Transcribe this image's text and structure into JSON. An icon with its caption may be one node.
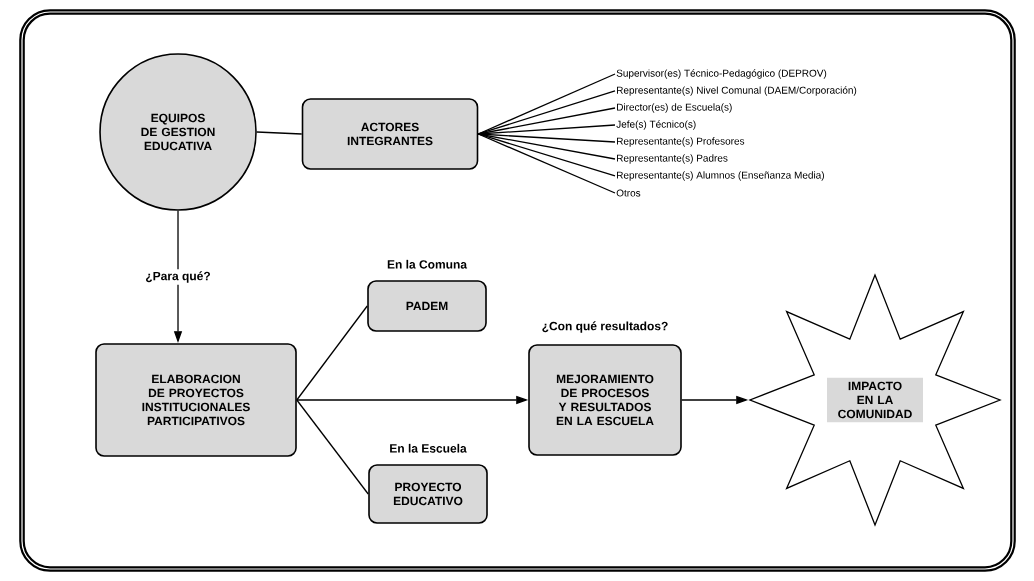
{
  "diagram": {
    "nodes": [
      {
        "text": [
          "EQUIPOS DE GESTION EDUCATIVA"
        ]
      },
      {
        "text": [
          "ACTORES INTEGRANTES"
        ]
      },
      {
        "text": [
          "Supervisor(es) Técnico-Pedagógico (DEPROV)"
        ]
      },
      {
        "text": [
          "Representante(s) Nivel Comunal (DAEM/Corporación)"
        ]
      },
      {
        "text": [
          "Director(es) de Escuela(s)"
        ]
      },
      {
        "text": [
          "Jefe(s) Técnico(s)"
        ]
      },
      {
        "text": [
          "Representante(s) Profesores"
        ]
      },
      {
        "text": [
          "Representante(s) Padres"
        ]
      },
      {
        "text": [
          "Representante(s) Alumnos (Enseñanza Media)"
        ]
      },
      {
        "text": [
          "Otros"
        ]
      },
      {
        "text": [
          "ELABORACION DE PROYECTOS INSTITUCIONALES PARTICIPATIVOS"
        ]
      },
      {
        "text": [
          "PADEM"
        ],
        "beside": [
          "En la Comuna"
        ]
      },
      {
        "text": [
          "PROYECTO EDUCATIVO"
        ],
        "beside": [
          "En la Escuela"
        ]
      },
      {
        "text": [
          "MEJORAMIENTO DE PROCESOS Y RESULTADOS EN LA ESCUELA"
        ],
        "beside": [
          "¿Con qué resultados?"
        ]
      },
      {
        "text": [
          "IMPACTO EN LA COMUNIDAD"
        ]
      }
    ],
    "edges": [
      {
        "from": 0,
        "to": 1,
        "arrow": "none"
      },
      {
        "from": 1,
        "to": 2,
        "arrow": "none"
      },
      {
        "from": 1,
        "to": 3,
        "arrow": "none"
      },
      {
        "from": 1,
        "to": 4,
        "arrow": "none"
      },
      {
        "from": 1,
        "to": 5,
        "arrow": "none"
      },
      {
        "from": 1,
        "to": 6,
        "arrow": "none"
      },
      {
        "from": 1,
        "to": 7,
        "arrow": "none"
      },
      {
        "from": 1,
        "to": 8,
        "arrow": "none"
      },
      {
        "from": 1,
        "to": 9,
        "arrow": "none"
      },
      {
        "from": 0,
        "to": 10,
        "arrow": "to",
        "label": "¿Para qué?"
      },
      {
        "from": 10,
        "to": 11,
        "arrow": "none"
      },
      {
        "from": 10,
        "to": 12,
        "arrow": "none"
      },
      {
        "from": 10,
        "to": 13,
        "arrow": "to"
      },
      {
        "from": 13,
        "to": 14,
        "arrow": "to"
      }
    ]
  }
}
